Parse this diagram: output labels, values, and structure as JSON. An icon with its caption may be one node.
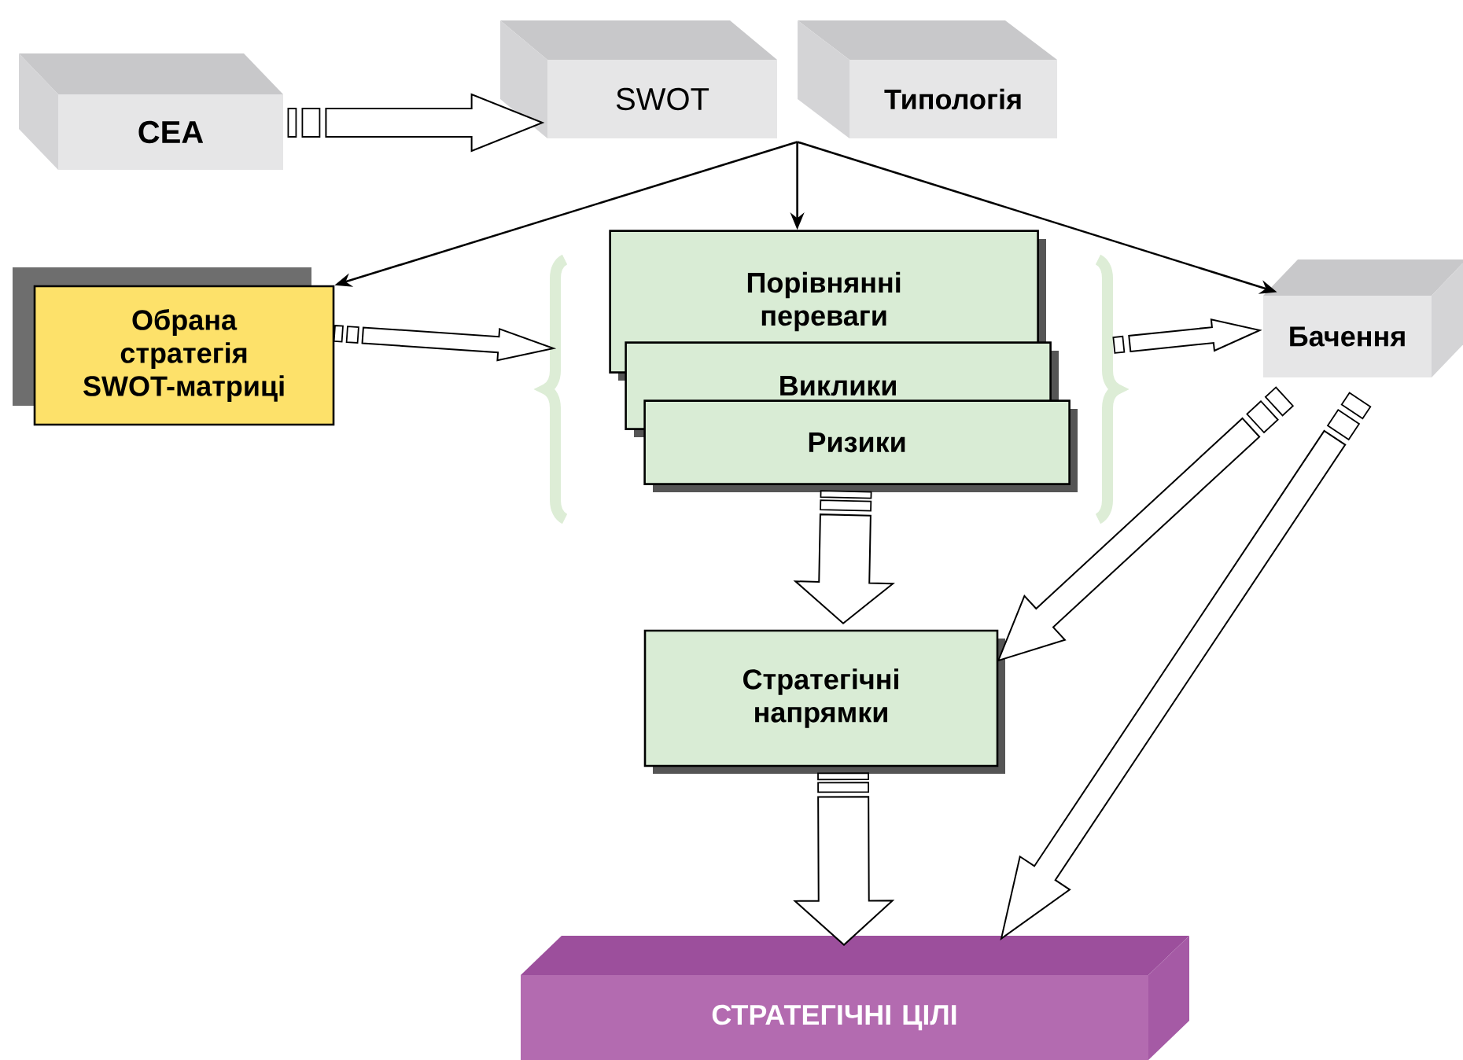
{
  "diagram": {
    "nodes": [
      {
        "text": [
          "CEA"
        ]
      },
      {
        "text": [
          "SWOT"
        ]
      },
      {
        "text": [
          "Типологія"
        ]
      },
      {
        "text": [
          "Обрана стратегія SWOT-матриці"
        ]
      },
      {
        "text": [],
        "shape": "brace"
      },
      {
        "text": [
          "Порівнянні переваги"
        ],
        "in": 4
      },
      {
        "text": [
          "Виклики"
        ],
        "in": 4
      },
      {
        "text": [
          "Ризики"
        ],
        "in": 4
      },
      {
        "text": [
          "Бачення"
        ]
      },
      {
        "text": [
          "Стратегічні напрямки"
        ]
      },
      {
        "text": [
          "СТРАТЕГІЧНІ ЦІЛІ"
        ]
      }
    ],
    "edges": [
      {
        "from": 0,
        "to": 1,
        "arrow": "to",
        "style": "thick"
      },
      {
        "from": 2,
        "to": 3,
        "arrow": "to"
      },
      {
        "from": 2,
        "to": 5,
        "arrow": "to"
      },
      {
        "from": 2,
        "to": 8,
        "arrow": "to"
      },
      {
        "from": 3,
        "to": 4,
        "arrow": "to",
        "style": "thick"
      },
      {
        "from": 4,
        "to": 8,
        "arrow": "to",
        "style": "thick"
      },
      {
        "from": 7,
        "to": 9,
        "arrow": "to",
        "style": "thick"
      },
      {
        "from": 8,
        "to": 9,
        "arrow": "to",
        "style": "thick"
      },
      {
        "from": 8,
        "to": 10,
        "arrow": "to",
        "style": "thick"
      },
      {
        "from": 9,
        "to": 10,
        "arrow": "to",
        "style": "thick"
      }
    ]
  }
}
